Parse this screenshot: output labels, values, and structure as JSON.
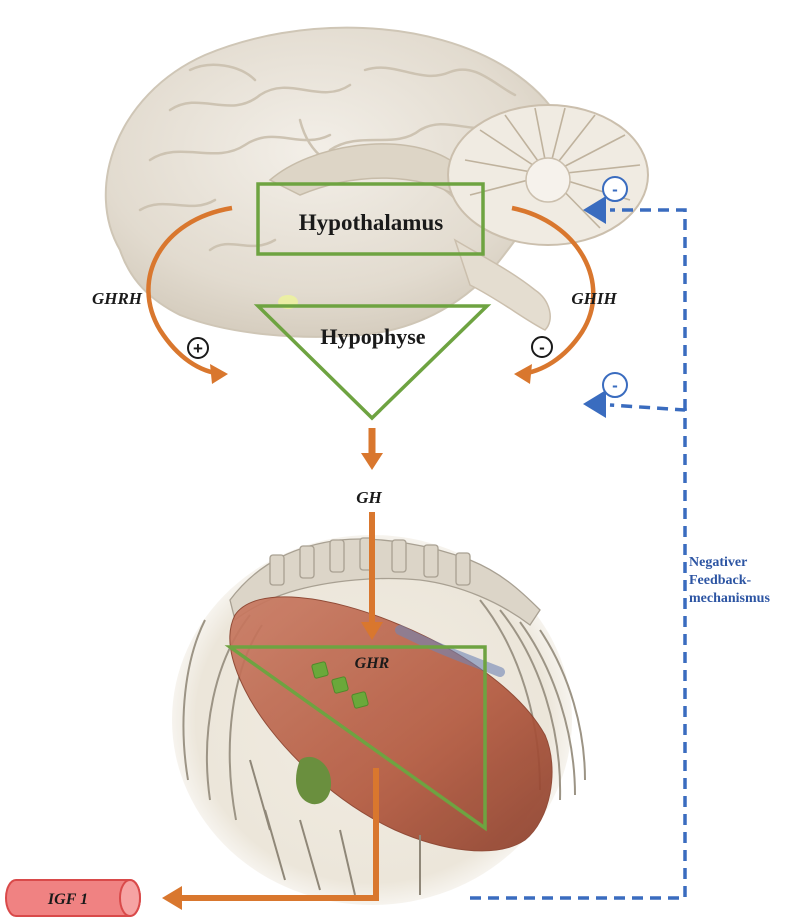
{
  "labels": {
    "hypothalamus": "Hypothalamus",
    "hypophyse": "Hypophyse",
    "ghrh": "GHRH",
    "ghih": "GHIH",
    "gh": "GH",
    "ghr": "GHR",
    "igf1": "IGF 1",
    "plus_sign": "+",
    "minus_sign": "-",
    "feedback_minus_top": "-",
    "feedback_minus_bottom": "-"
  },
  "feedback": {
    "line1": "Negativer",
    "line2": "Feedback-",
    "line3": "mechanismus"
  },
  "colors": {
    "orange_arrow": "#d9772e",
    "green_outline": "#6ea341",
    "feedback_blue": "#3a6cbf",
    "brain": "#e7e1d6",
    "liver": "#b65d45",
    "igf_fill": "#f08282",
    "igf_stroke": "#d94a4a"
  }
}
